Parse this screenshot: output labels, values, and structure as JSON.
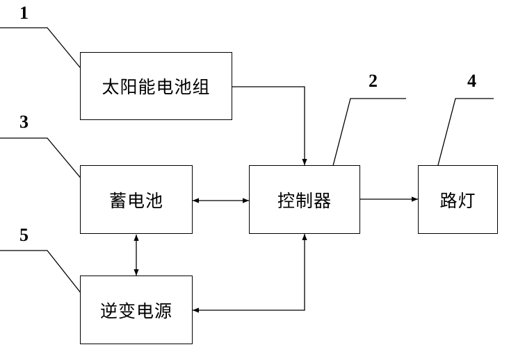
{
  "diagram": {
    "blocks": {
      "solar_panel": "太阳能电池组",
      "controller": "控制器",
      "battery": "蓄电池",
      "street_light": "路灯",
      "inverter": "逆变电源"
    },
    "ref_numbers": {
      "solar_panel": "1",
      "controller": "2",
      "battery": "3",
      "street_light": "4",
      "inverter": "5"
    }
  }
}
